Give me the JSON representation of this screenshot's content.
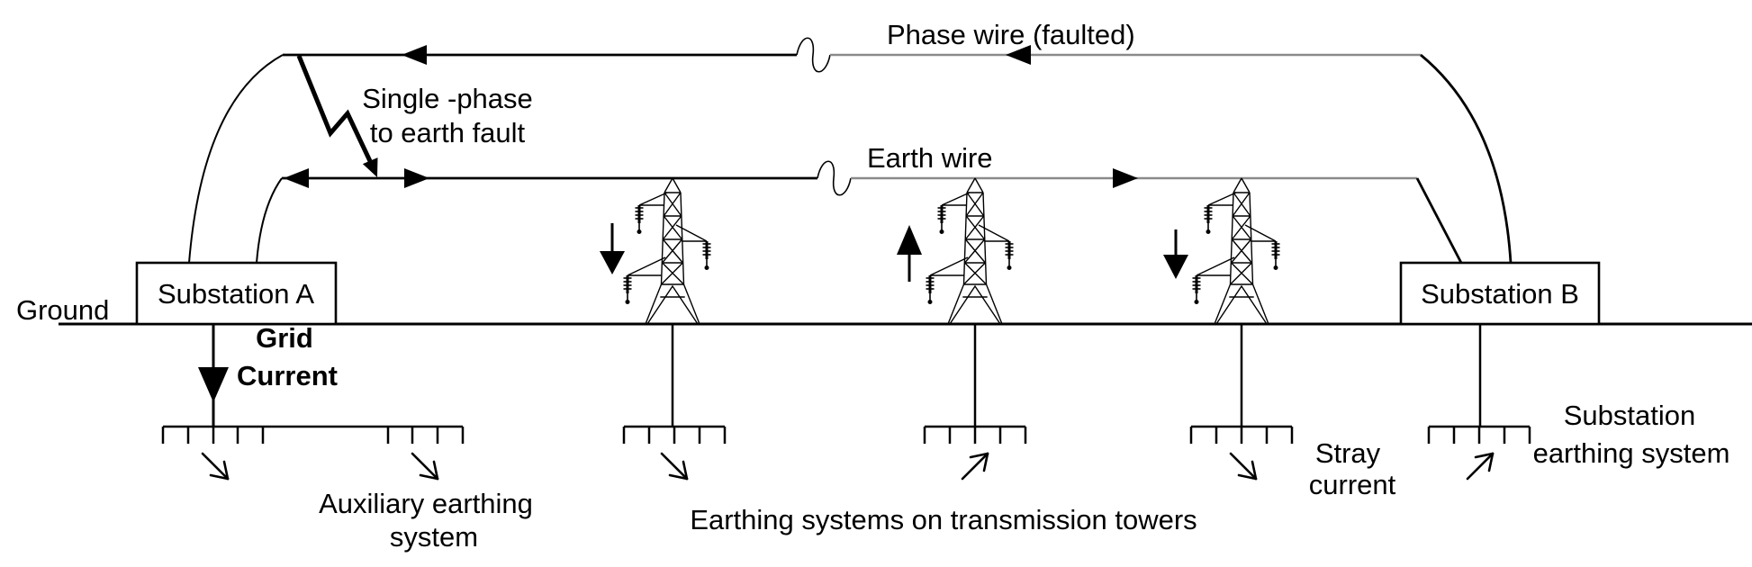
{
  "diagram": {
    "title_semantic": "Single-phase to earth fault current paths between two substations",
    "colors": {
      "line": "#000000",
      "remote_wire_segment": "#8a8a8a",
      "background": "#ffffff"
    },
    "labels": {
      "ground": "Ground",
      "phase_wire": "Phase wire (faulted)",
      "earth_wire": "Earth wire",
      "fault_line1": "Single -phase",
      "fault_line2": "to earth fault",
      "substation_a": "Substation A",
      "substation_b": "Substation B",
      "grid_line1": "Grid",
      "grid_line2": "Current",
      "aux_line1": "Auxiliary earthing",
      "aux_line2": "system",
      "towers_caption": "Earthing systems on transmission towers",
      "stray_line1": "Stray",
      "stray_line2": "current",
      "subb_earth_line1": "Substation",
      "subb_earth_line2": "earthing system"
    },
    "components": {
      "substations": [
        "Substation A",
        "Substation B"
      ],
      "transmission_towers": 3,
      "tower_current_directions": [
        "down",
        "up",
        "down"
      ],
      "earthing_systems": [
        "auxiliary earthing system",
        "tower earthing x3",
        "substation earthing system"
      ],
      "wire_breaks": 2
    }
  }
}
